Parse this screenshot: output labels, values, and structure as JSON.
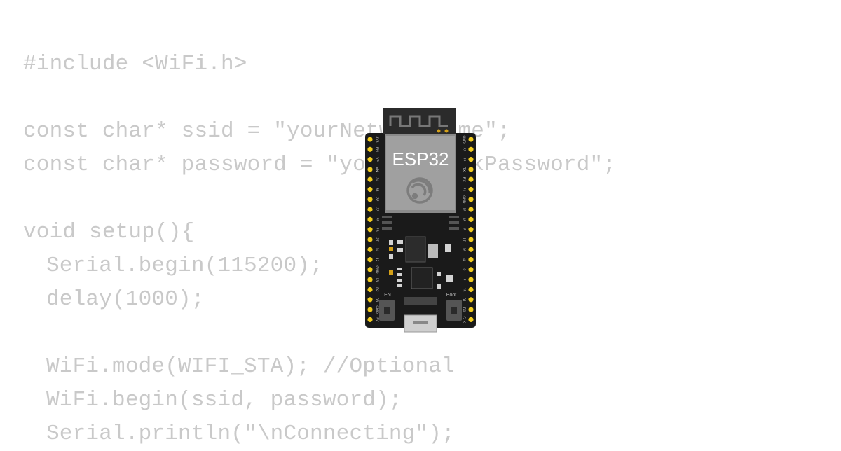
{
  "code": {
    "lines": [
      "#include <WiFi.h>",
      "",
      "const char* ssid = \"yourNetworkName\";",
      "const char* password = \"yourNetworkPassword\";",
      "",
      "void setup(){",
      "Serial.begin(115200);",
      "delay(1000);",
      "",
      "WiFi.mode(WIFI_STA); //Optional",
      "WiFi.begin(ssid, password);",
      "Serial.println(\"\\nConnecting\");"
    ]
  },
  "board": {
    "name": "ESP32",
    "en_label": "EN",
    "boot_label": "Boot",
    "left_pins": [
      "3V3",
      "EN",
      "VP",
      "VN",
      "34",
      "35",
      "32",
      "33",
      "25",
      "26",
      "27",
      "14",
      "12",
      "GND",
      "13",
      "D2",
      "D3",
      "CMD",
      "5V"
    ],
    "right_pins": [
      "GND",
      "23",
      "22",
      "TX",
      "RX",
      "21",
      "GND",
      "19",
      "18",
      "5",
      "17",
      "16",
      "4",
      "0",
      "2",
      "15",
      "D1",
      "D0",
      "CLK"
    ],
    "colors": {
      "pcb": "#1a1a1a",
      "module": "#8a8a8a",
      "shield": "#9c9c9c",
      "pin": "#f2cc1c",
      "code_text": "#c9c9c9"
    }
  }
}
